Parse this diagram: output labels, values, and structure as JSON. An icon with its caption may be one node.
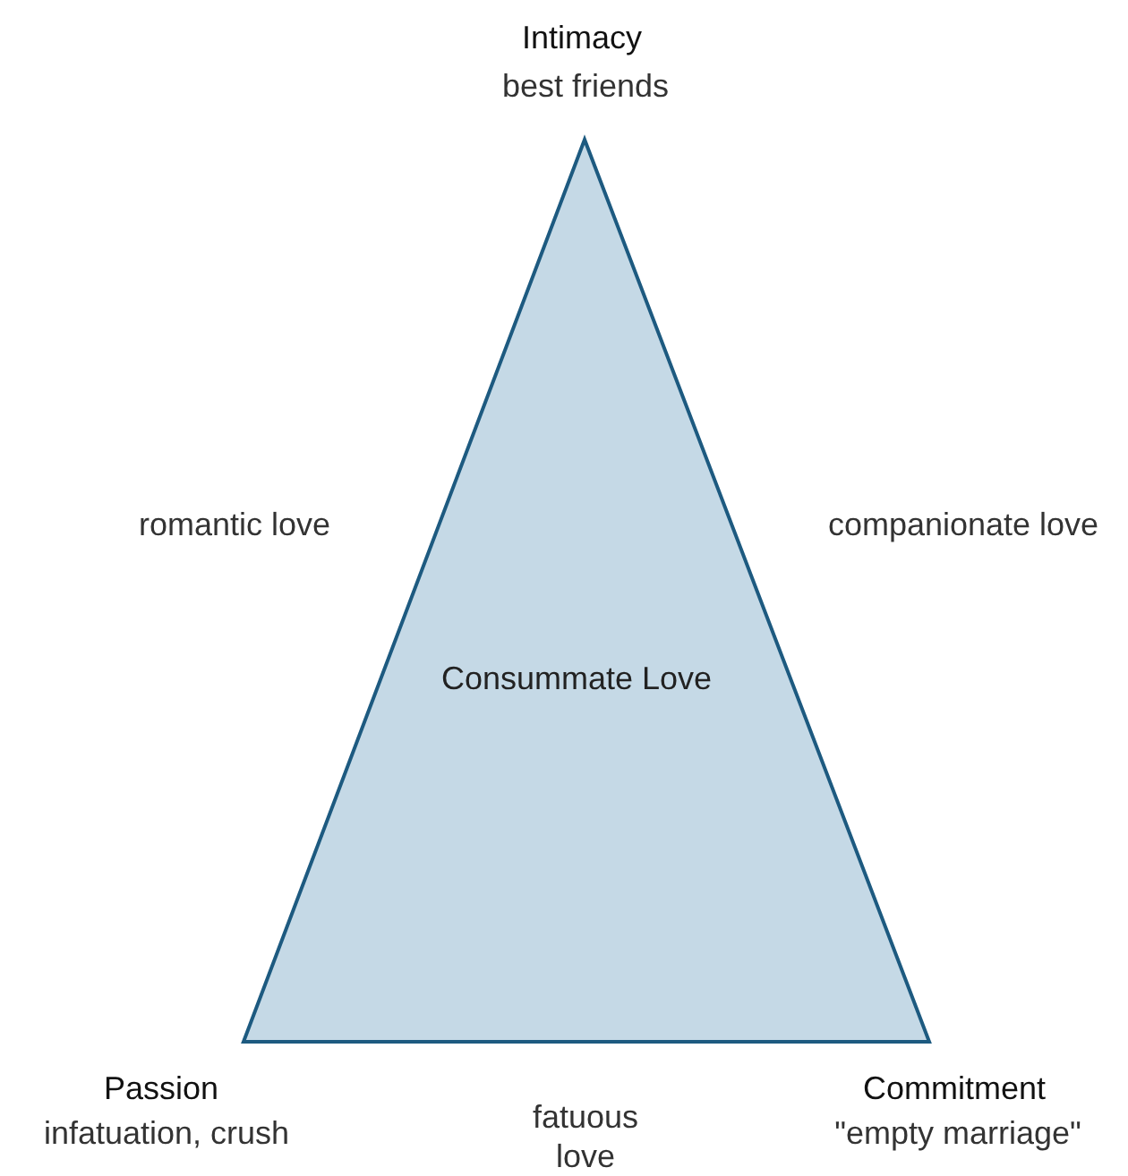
{
  "diagram": {
    "nodes": [
      {
        "text": [
          "Consummate Love"
        ]
      }
    ],
    "edges": [],
    "labels": [
      "Intimacy",
      "best friends",
      "romantic love",
      "companionate love",
      "Passion",
      "infatuation, crush",
      "fatuous love",
      "Commitment",
      "\"empty marriage\""
    ]
  }
}
